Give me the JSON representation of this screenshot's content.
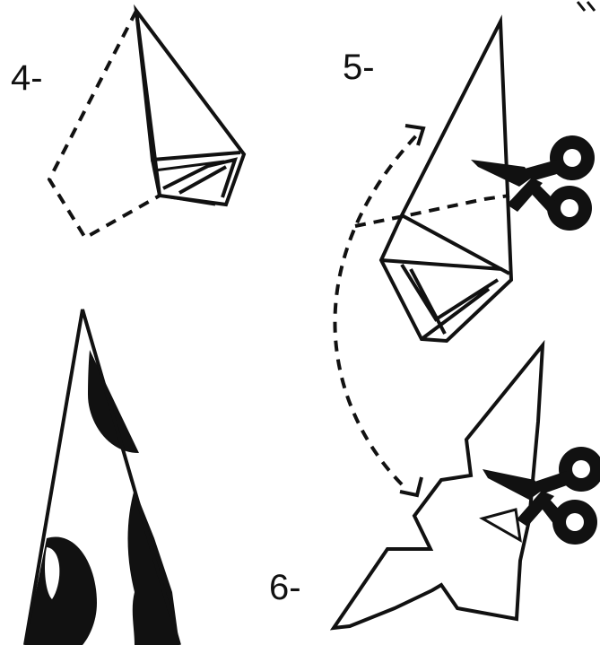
{
  "steps": [
    {
      "label": "4-"
    },
    {
      "label": "5-"
    },
    {
      "label": "6-"
    }
  ],
  "icons": {
    "cut_step5": "scissors-icon",
    "cut_step6": "scissors-icon"
  },
  "colors": {
    "ink": "#111111",
    "paper": "#ffffff"
  }
}
